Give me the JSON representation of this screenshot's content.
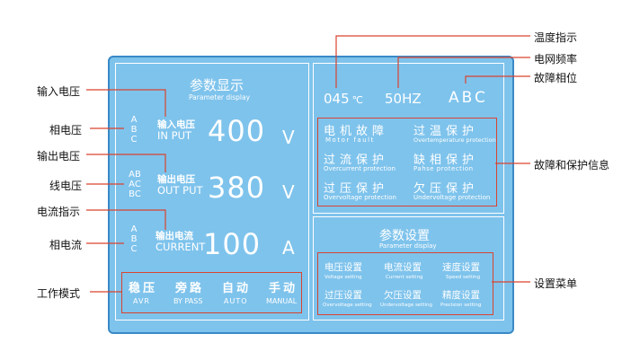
{
  "callouts": {
    "temp": "温度指示",
    "freq": "电网频率",
    "phase_fault": "故障相位",
    "fault_protect": "故障和保护信息",
    "settings_menu": "设置菜单",
    "input_voltage": "输入电压",
    "phase_voltage": "相电压",
    "output_voltage": "输出电压",
    "line_voltage": "线电压",
    "current_indicator": "电流指示",
    "phase_current": "相电流",
    "work_mode": "工作模式"
  },
  "param_display": {
    "title": "参数显示",
    "subtitle": "Parameter display"
  },
  "readings": [
    {
      "phases": [
        "A",
        "B",
        "C"
      ],
      "label_cn": "输入电压",
      "label_en": "IN PUT",
      "value": "400",
      "unit": "V"
    },
    {
      "phases": [
        "AB",
        "AC",
        "BC"
      ],
      "label_cn": "输出电压",
      "label_en": "OUT PUT",
      "value": "380",
      "unit": "V"
    },
    {
      "phases": [
        "A",
        "B",
        "C"
      ],
      "label_cn": "输出电流",
      "label_en": "CURRENT",
      "value": "100",
      "unit": "A"
    }
  ],
  "modes": [
    {
      "cn": "稳压",
      "en": "AVR"
    },
    {
      "cn": "旁路",
      "en": "BY PASS"
    },
    {
      "cn": "自动",
      "en": "AUTO"
    },
    {
      "cn": "手动",
      "en": "MANUAL"
    }
  ],
  "status": {
    "temp": "045",
    "temp_unit": "℃",
    "freq": "50HZ",
    "phase": "ABC"
  },
  "faults": [
    {
      "cn": "电机故障",
      "en": "Motor  fault"
    },
    {
      "cn": "过温保护",
      "en": "Overtemperature protection"
    },
    {
      "cn": "过流保护",
      "en": "Overcurrent protection"
    },
    {
      "cn": "缺相保护",
      "en": "Pahse protection"
    },
    {
      "cn": "过压保护",
      "en": "Overvoltage protection"
    },
    {
      "cn": "欠压保护",
      "en": "Undervoltage protection"
    }
  ],
  "settings": {
    "title": "参数设置",
    "subtitle": "Parameter display",
    "items": [
      {
        "cn": "电压设置",
        "en": "Voltage  setting"
      },
      {
        "cn": "电流设置",
        "en": "Current  setting"
      },
      {
        "cn": "速度设置",
        "en": "Speed  setting"
      },
      {
        "cn": "过压设置",
        "en": "Overvoltage setting"
      },
      {
        "cn": "欠压设置",
        "en": "Undervoltage setting"
      },
      {
        "cn": "精度设置",
        "en": "Precision setting"
      }
    ]
  },
  "colors": {
    "panel": "#7ec3ec",
    "callout_line": "#d9432f",
    "text": "#ffffff"
  }
}
